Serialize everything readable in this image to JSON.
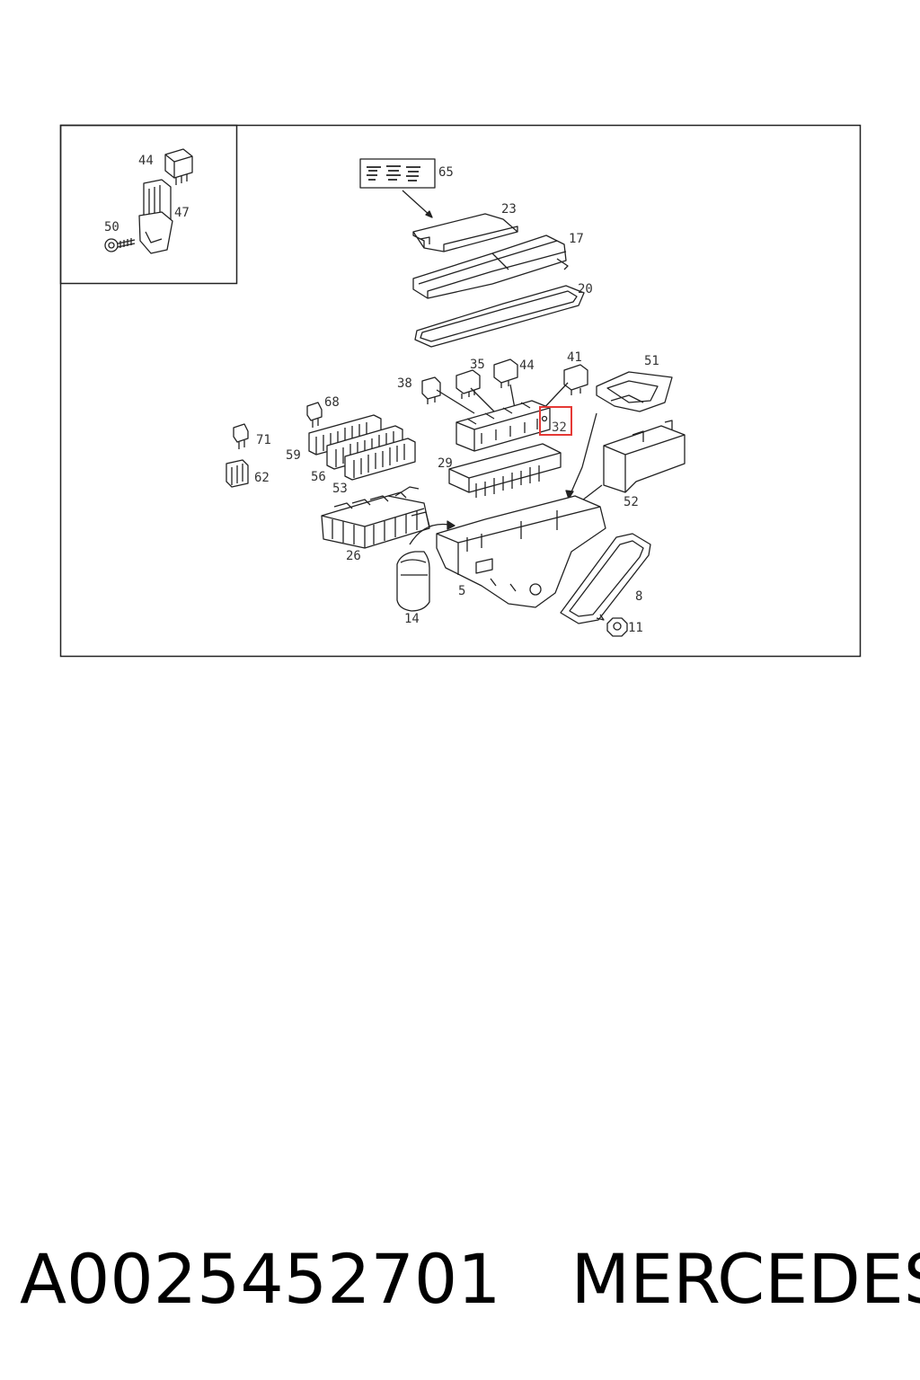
{
  "diagram": {
    "callouts": [
      {
        "id": "44a",
        "label": "44"
      },
      {
        "id": "47",
        "label": "47"
      },
      {
        "id": "50",
        "label": "50"
      },
      {
        "id": "65",
        "label": "65"
      },
      {
        "id": "23",
        "label": "23"
      },
      {
        "id": "17",
        "label": "17"
      },
      {
        "id": "20",
        "label": "20"
      },
      {
        "id": "38",
        "label": "38"
      },
      {
        "id": "35",
        "label": "35"
      },
      {
        "id": "44b",
        "label": "44"
      },
      {
        "id": "41",
        "label": "41"
      },
      {
        "id": "51",
        "label": "51"
      },
      {
        "id": "68",
        "label": "68"
      },
      {
        "id": "32",
        "label": "32"
      },
      {
        "id": "71",
        "label": "71"
      },
      {
        "id": "59",
        "label": "59"
      },
      {
        "id": "29",
        "label": "29"
      },
      {
        "id": "62",
        "label": "62"
      },
      {
        "id": "56",
        "label": "56"
      },
      {
        "id": "53",
        "label": "53"
      },
      {
        "id": "52",
        "label": "52"
      },
      {
        "id": "26",
        "label": "26"
      },
      {
        "id": "5",
        "label": "5"
      },
      {
        "id": "8",
        "label": "8"
      },
      {
        "id": "14",
        "label": "14"
      },
      {
        "id": "11",
        "label": "11"
      }
    ],
    "highlighted_callout": "32",
    "highlight_color": "#e53935",
    "line_color": "#222222"
  },
  "footer": {
    "part_number": "A0025452701",
    "brand": "MERCEDES"
  }
}
